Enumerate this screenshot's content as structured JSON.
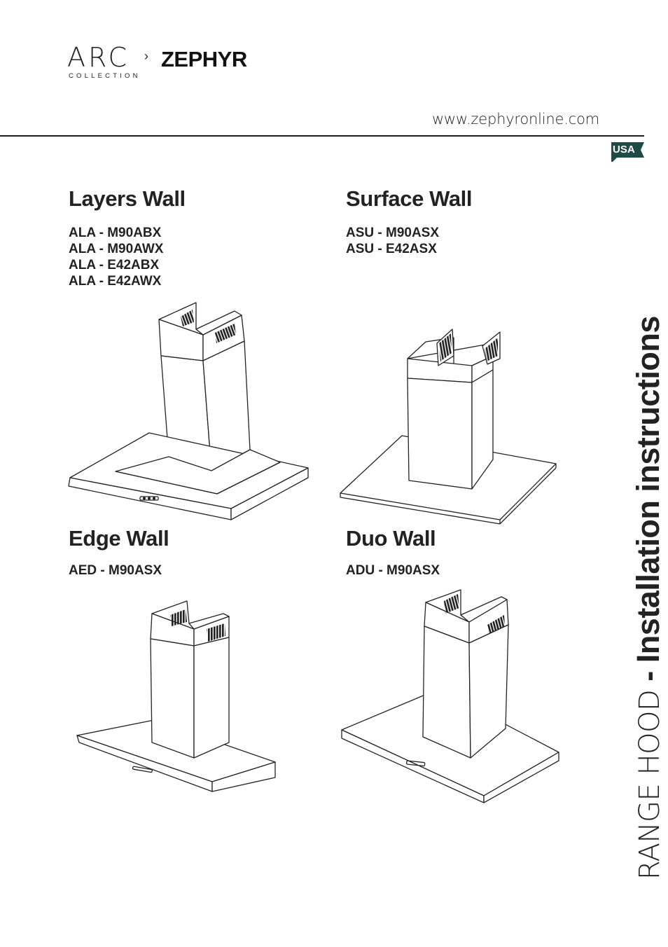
{
  "brand": {
    "arc": "ARC",
    "collection": "COLLECTION",
    "separator": "›",
    "zephyr": "ZEPHYR"
  },
  "website": "www.zephyronline.com",
  "region_badge": "USA",
  "document_title": {
    "prefix": "RANGE HOOD",
    "separator": " - ",
    "main": "Installation instructions"
  },
  "products": [
    {
      "name": "Layers Wall",
      "models": [
        "ALA - M90ABX",
        "ALA - M90AWX",
        "ALA - E42ABX",
        "ALA - E42AWX"
      ]
    },
    {
      "name": "Surface Wall",
      "models": [
        "ASU - M90ASX",
        "ASU - E42ASX"
      ]
    },
    {
      "name": "Edge Wall",
      "models": [
        "AED - M90ASX"
      ]
    },
    {
      "name": "Duo Wall",
      "models": [
        "ADU - M90ASX"
      ]
    }
  ],
  "colors": {
    "text": "#1a1a1a",
    "badge": "#1f4a45",
    "line_art": "#222222"
  }
}
